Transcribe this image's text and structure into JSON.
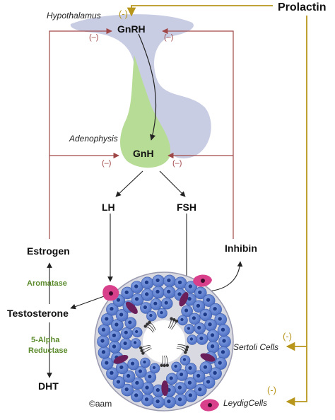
{
  "labels": {
    "hypothalamus": "Hypothalamus",
    "gnrh": "GnRH",
    "adenophysis": "Adenophysis",
    "gnh": "GnH",
    "lh": "LH",
    "fsh": "FSH",
    "estrogen": "Estrogen",
    "aromatase": "Aromatase",
    "testosterone": "Testosterone",
    "five_alpha_reductase_line1": "5-Alpha",
    "five_alpha_reductase_line2": "Reductase",
    "dht": "DHT",
    "inhibin": "Inhibin",
    "prolactin": "Prolactin",
    "sertoli_cells": "Sertoli Cells",
    "leydig_cells": "LeydigCells",
    "copyright": "©aam"
  },
  "feedback_marks": {
    "negative": "(–)",
    "prolactin_negative": "(-)"
  },
  "colors": {
    "feedback_line": "#a04848",
    "prolactin_line": "#b8961c",
    "enzyme_text": "#5a8a2a",
    "hypothalamus_fill": "#c9cde3",
    "adenophysis_fill": "#b7dc95",
    "tubule_cell": "#5b7fd0",
    "tubule_nucleus": "#1e3b8a",
    "leydig_cell": "#d8408c",
    "sertoli_dark": "#6b1f5a",
    "text": "#111111"
  }
}
